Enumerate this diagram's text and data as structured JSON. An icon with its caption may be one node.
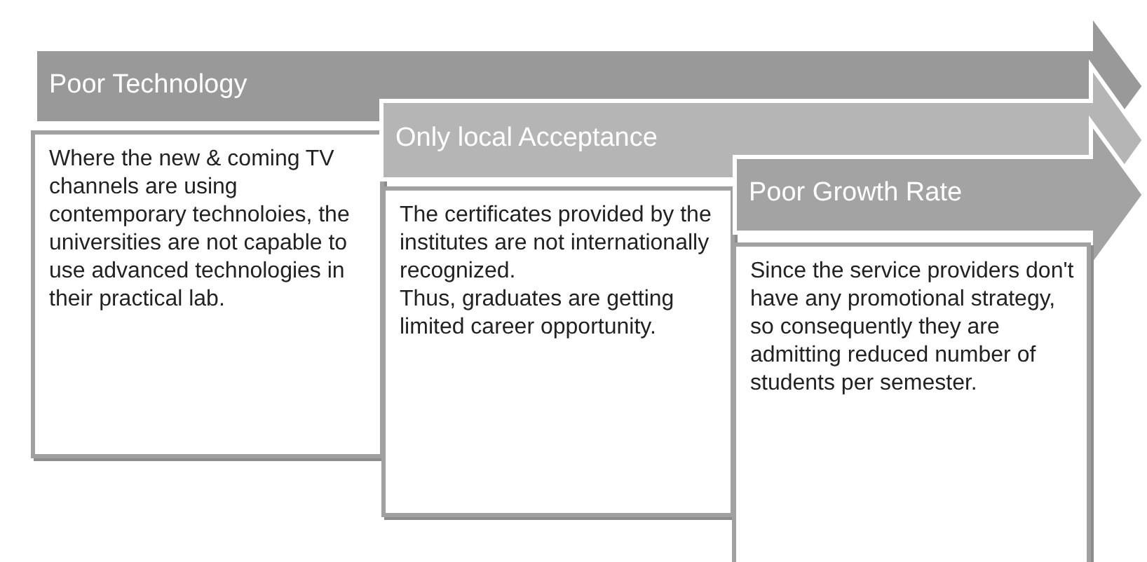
{
  "diagram": {
    "nodes": [
      {
        "text": [
          "Poor Technology"
        ]
      },
      {
        "text": [
          "Where the new & coming TV channels are using contemporary technoloies, the universities are not capable to use advanced technologies in their practical lab."
        ]
      },
      {
        "text": [
          "Only local Acceptance"
        ]
      },
      {
        "text": [
          "The certificates provided by the institutes are not internationally recognized.",
          "Thus, graduates are getting limited career opportunity."
        ]
      },
      {
        "text": [
          "Poor Growth Rate"
        ]
      },
      {
        "text": [
          "Since the service providers don't have any promotional strategy, so consequently they are admitting reduced number of students per semester."
        ]
      }
    ]
  }
}
